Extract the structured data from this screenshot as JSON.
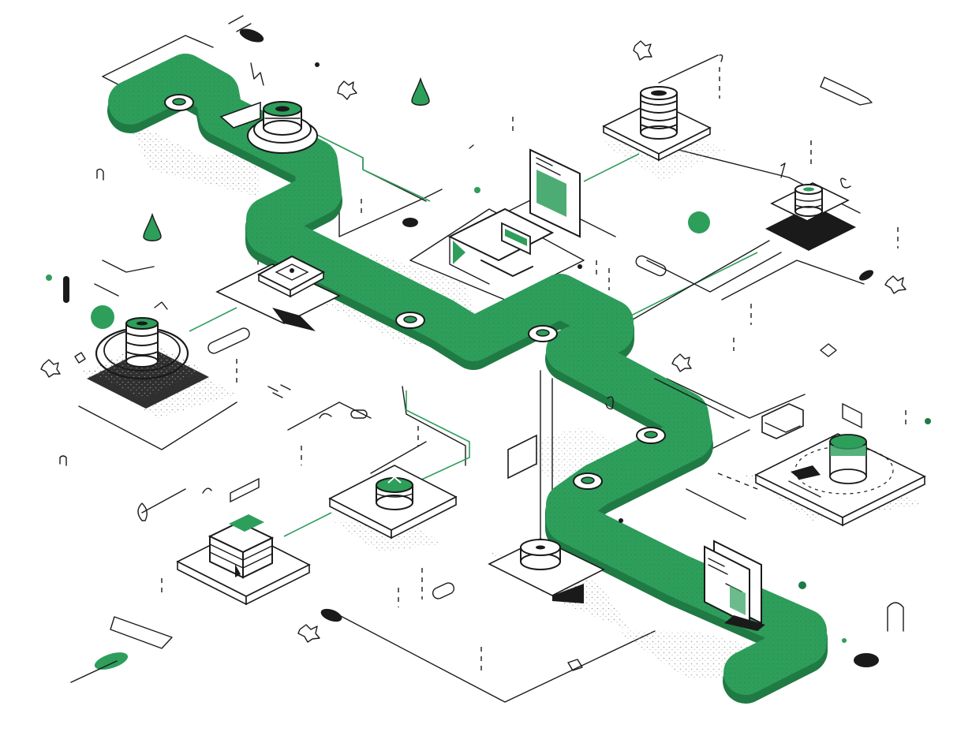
{
  "illustration": {
    "style": "isometric network / data-flow line art",
    "colors": {
      "accent": "#2e9e5b",
      "accent_dark": "#1f7a44",
      "ink": "#1a1a1a",
      "background": "#ffffff",
      "stipple": "#9a9a9a"
    },
    "nodes": [
      {
        "name": "disc-node-top-left",
        "icon": "disc-stack-icon"
      },
      {
        "name": "cylinder-node-top-center",
        "icon": "server-cylinder-icon"
      },
      {
        "name": "cylinder-node-top-right",
        "icon": "server-cylinder-icon"
      },
      {
        "name": "chip-node-center-left",
        "icon": "chip-icon"
      },
      {
        "name": "monitor-node-center",
        "icon": "monitor-icon"
      },
      {
        "name": "cylinder-node-left",
        "icon": "server-cylinder-icon"
      },
      {
        "name": "layers-node-bottom-left",
        "icon": "layers-icon"
      },
      {
        "name": "disc-node-bottom-center",
        "icon": "disc-icon"
      },
      {
        "name": "cylinder-node-bottom",
        "icon": "disc-icon"
      },
      {
        "name": "cylinder-node-right",
        "icon": "server-cylinder-icon"
      },
      {
        "name": "document-node-right",
        "icon": "document-icon"
      }
    ],
    "decorations": [
      "droplet-icon",
      "splat-icon",
      "pill-icon",
      "dot-icon",
      "dash-marker"
    ]
  }
}
